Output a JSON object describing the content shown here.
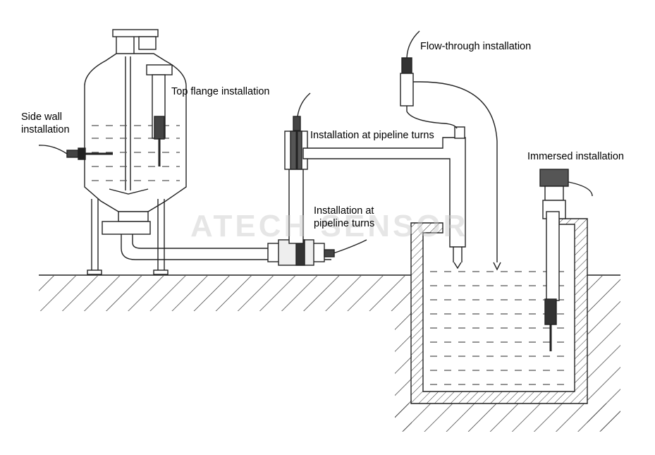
{
  "labels": {
    "side_wall": [
      "Side wall",
      "installation"
    ],
    "top_flange": "Top flange installation",
    "pipeline_turns_upper": "Installation at pipeline turns",
    "pipeline_turns_lower": [
      "Installation at",
      "pipeline turns"
    ],
    "flow_through": "Flow-through installation",
    "immersed": "Immersed installation"
  },
  "watermark": "ATECH SENSOR"
}
